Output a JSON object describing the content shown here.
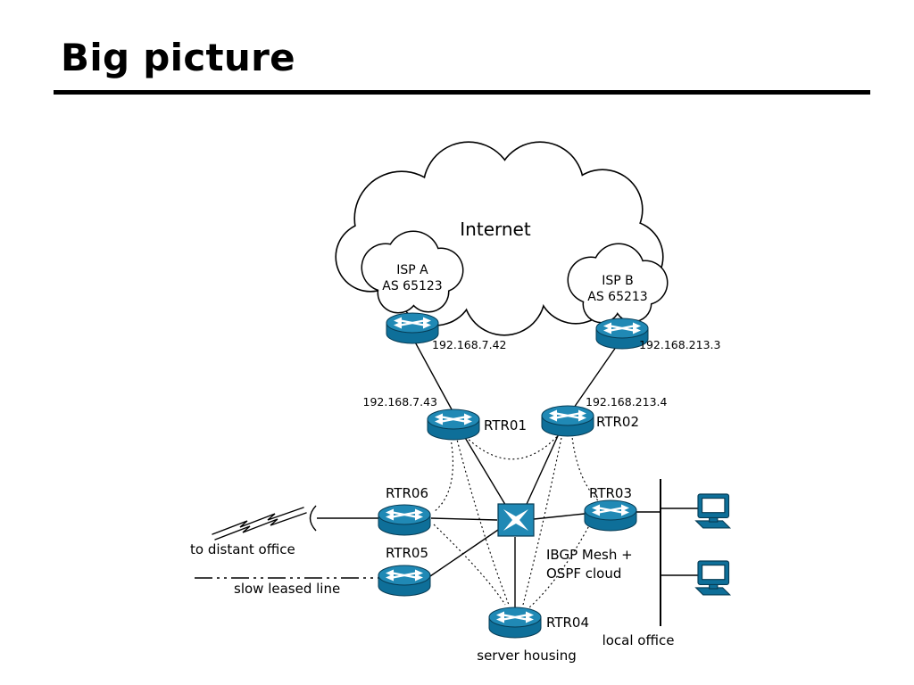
{
  "page": {
    "title": "Big picture"
  },
  "diagram": {
    "internet": {
      "label": "Internet"
    },
    "isp_a": {
      "name": "ISP A",
      "as": "AS 65123",
      "ip": "192.168.7.42"
    },
    "isp_b": {
      "name": "ISP B",
      "as": "AS 65213",
      "ip": "192.168.213.3"
    },
    "routers": {
      "rtr01": {
        "label": "RTR01",
        "ip": "192.168.7.43"
      },
      "rtr02": {
        "label": "RTR02",
        "ip": "192.168.213.4"
      },
      "rtr03": {
        "label": "RTR03"
      },
      "rtr04": {
        "label": "RTR04"
      },
      "rtr05": {
        "label": "RTR05"
      },
      "rtr06": {
        "label": "RTR06"
      }
    },
    "labels": {
      "to_distant_office": "to distant office",
      "slow_leased_line": "slow leased line",
      "ibgp_line1": "IBGP Mesh +",
      "ibgp_line2": "OSPF cloud",
      "server_housing": "server housing",
      "local_office": "local office"
    },
    "colors": {
      "bg": "#ffffff",
      "router_body": "#0e6f99",
      "router_top": "#2089b5",
      "device_outline": "#063c55",
      "screen": "#ffffff",
      "line": "#000000"
    }
  }
}
